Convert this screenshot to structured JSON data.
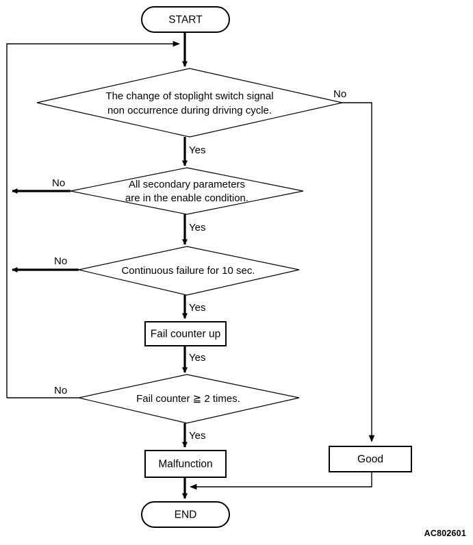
{
  "diagram": {
    "title": "Stoplight switch signal monitor flowchart",
    "code_label": "AC802601",
    "colors": {
      "line": "#000000",
      "fill": "#ffffff",
      "text": "#000000"
    },
    "nodes": {
      "start": {
        "label": "START",
        "shape": "terminator"
      },
      "decision_1": {
        "line1": "The change of stoplight switch signal",
        "line2": "non occurrence during driving cycle.",
        "shape": "decision",
        "yes_label": "Yes",
        "no_label": "No"
      },
      "decision_2": {
        "line1": "All secondary parameters",
        "line2": "are in the enable condition.",
        "shape": "decision",
        "yes_label": "Yes",
        "no_label": "No"
      },
      "decision_3": {
        "line1": "Continuous failure for 10 sec.",
        "line2": "",
        "shape": "decision",
        "yes_label": "Yes",
        "no_label": "No"
      },
      "process_fail_counter": {
        "label": "Fail counter up",
        "shape": "process",
        "out_label": "Yes"
      },
      "decision_4": {
        "line1": "Fail counter ≧ 2 times.",
        "line2": "",
        "shape": "decision",
        "yes_label": "Yes",
        "no_label": "No"
      },
      "process_malfunction": {
        "label": "Malfunction",
        "shape": "process"
      },
      "process_good": {
        "label": "Good",
        "shape": "process"
      },
      "end": {
        "label": "END",
        "shape": "terminator"
      }
    }
  }
}
